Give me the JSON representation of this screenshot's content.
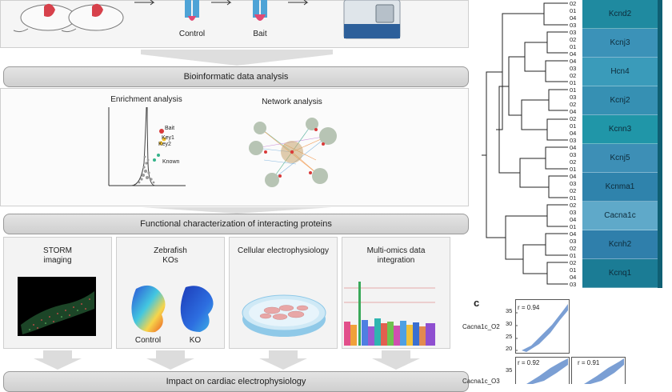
{
  "workflow": {
    "top_labels": {
      "control": "Control",
      "bait": "Bait"
    },
    "bioinformatic_bar": "Bioinformatic data analysis",
    "enrichment_title": "Enrichment analysis",
    "network_title": "Network analysis",
    "volcano_labels": {
      "bait": "Bait",
      "key1": "Key1",
      "key2": "Key2",
      "known": "Known"
    },
    "functional_bar": "Functional characterization of interacting proteins",
    "storm_title": "STORM imaging",
    "zebrafish_title": "Zebrafish KOs",
    "zebrafish_control": "Control",
    "zebrafish_ko": "KO",
    "cellular_title": "Cellular electrophysiology",
    "multiomics_title": "Multi-omics data integration",
    "impact_bar": "Impact on cardiac electrophysiology"
  },
  "dendrogram": {
    "genes": [
      {
        "name": "Kcnd2",
        "color": "#1f8aa0",
        "replicates": [
          "02",
          "01",
          "04",
          "03"
        ]
      },
      {
        "name": "Kcnj3",
        "color": "#3b92b8",
        "replicates": [
          "03",
          "02",
          "01",
          "04"
        ]
      },
      {
        "name": "Hcn4",
        "color": "#3a9bba",
        "replicates": [
          "04",
          "03",
          "02",
          "01"
        ]
      },
      {
        "name": "Kcnj2",
        "color": "#3690b3",
        "replicates": [
          "01",
          "03",
          "02",
          "04"
        ]
      },
      {
        "name": "Kcnn3",
        "color": "#2096a8",
        "replicates": [
          "02",
          "01",
          "04",
          "03"
        ]
      },
      {
        "name": "Kcnj5",
        "color": "#3d8fb6",
        "replicates": [
          "04",
          "03",
          "02",
          "01"
        ]
      },
      {
        "name": "Kcnma1",
        "color": "#2f83ac",
        "replicates": [
          "04",
          "03",
          "02",
          "01"
        ]
      },
      {
        "name": "Cacna1c",
        "color": "#5fa9c9",
        "replicates": [
          "02",
          "03",
          "04",
          "01"
        ]
      },
      {
        "name": "Kcnh2",
        "color": "#2f7fab",
        "replicates": [
          "04",
          "03",
          "02",
          "01"
        ]
      },
      {
        "name": "Kcnq1",
        "color": "#1b7c95",
        "replicates": [
          "02",
          "01",
          "04",
          "03"
        ]
      }
    ]
  },
  "correlation": {
    "panel_letter": "c",
    "plots": [
      {
        "row_label": "Cacna1c_O2",
        "r": "r = 0.94",
        "yticks": [
          "35",
          "30",
          "25",
          "20"
        ]
      },
      {
        "row_label": "Cacna1c_O3",
        "r": "r = 0.92",
        "yticks": [
          "35"
        ]
      }
    ],
    "extra_r": "r = 0.91"
  }
}
